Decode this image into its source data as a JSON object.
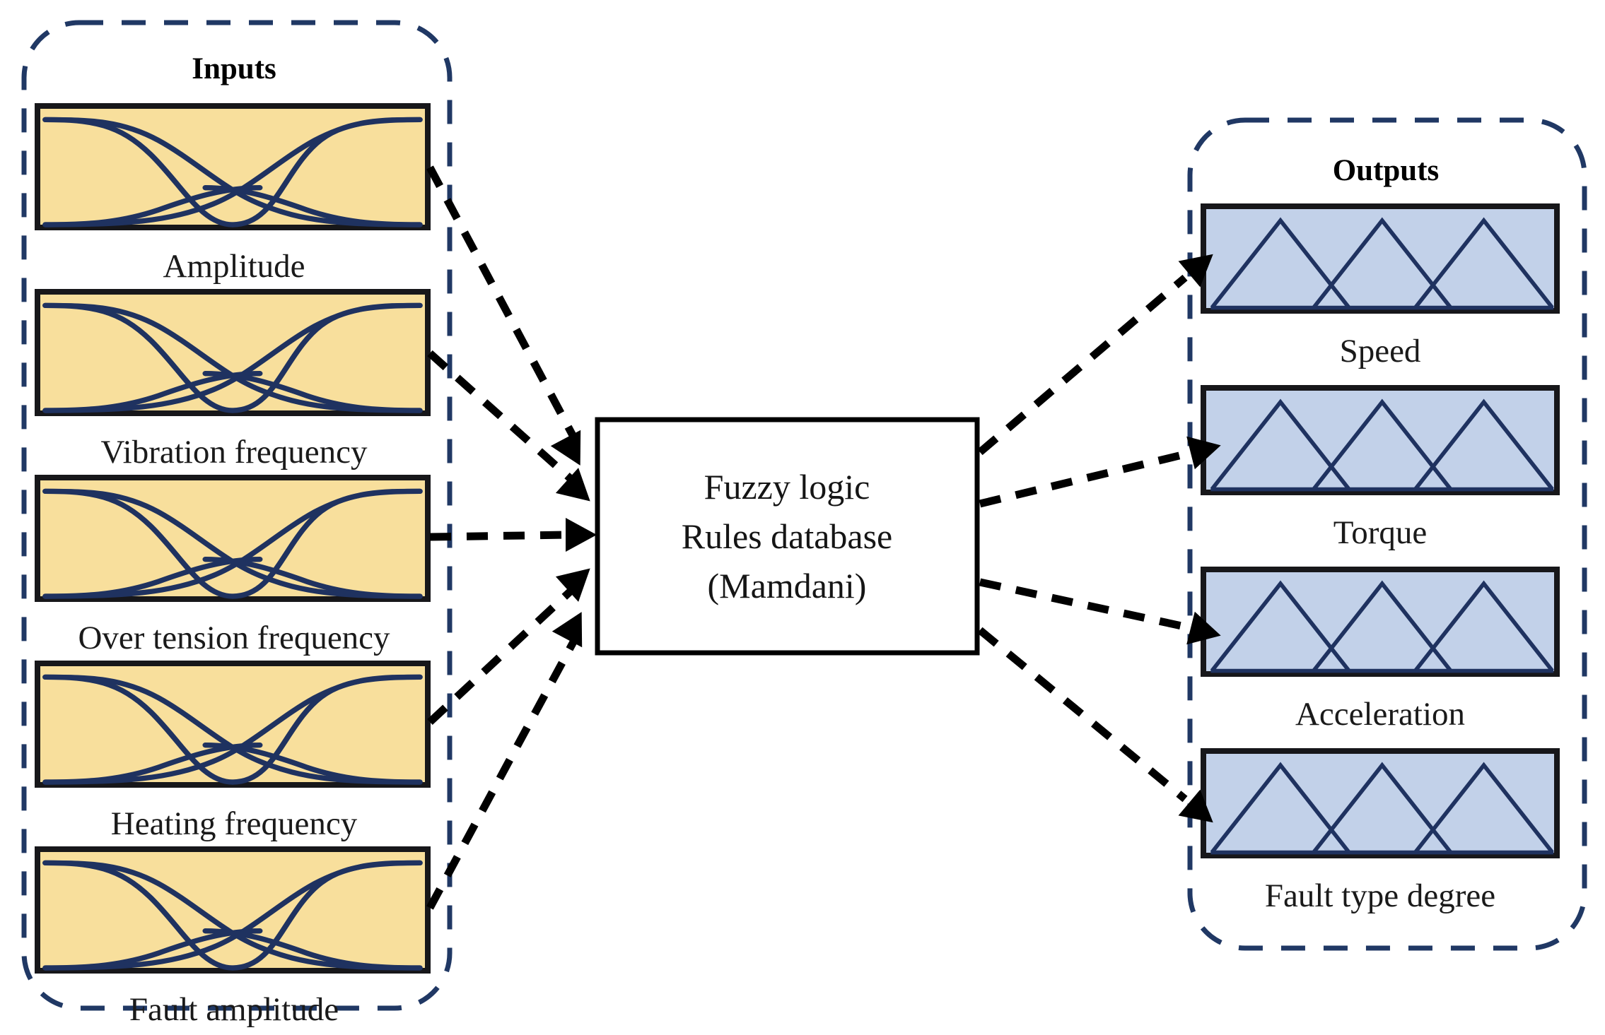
{
  "diagram": {
    "title_inputs": "Inputs",
    "title_outputs": "Outputs",
    "engine": {
      "line1": "Fuzzy logic",
      "line2": "Rules database",
      "line3": "(Mamdani)"
    },
    "colors": {
      "input_fill": "#f8df9c",
      "output_fill": "#c2d1e9",
      "curve_stroke": "#1f3260",
      "panel_border": "#17171a",
      "group_border": "#203864",
      "arrow": "#000000",
      "engine_fill": "#ffffff",
      "background": "#ffffff"
    },
    "inputs": [
      {
        "label": "Amplitude",
        "mf_type": "gaussian",
        "mf_count": 3
      },
      {
        "label": "Vibration frequency",
        "mf_type": "gaussian",
        "mf_count": 3
      },
      {
        "label": "Over tension frequency",
        "mf_type": "gaussian",
        "mf_count": 3
      },
      {
        "label": "Heating frequency",
        "mf_type": "gaussian",
        "mf_count": 3
      },
      {
        "label": "Fault amplitude",
        "mf_type": "gaussian",
        "mf_count": 3
      }
    ],
    "outputs": [
      {
        "label": "Speed",
        "mf_type": "triangular",
        "mf_count": 3
      },
      {
        "label": "Torque",
        "mf_type": "triangular",
        "mf_count": 3
      },
      {
        "label": "Acceleration",
        "mf_type": "triangular",
        "mf_count": 3
      },
      {
        "label": "Fault type degree",
        "mf_type": "triangular",
        "mf_count": 3
      }
    ],
    "connections": {
      "input_to_engine_count": 5,
      "engine_to_output_count": 4,
      "style": "dashed-arrow"
    }
  }
}
